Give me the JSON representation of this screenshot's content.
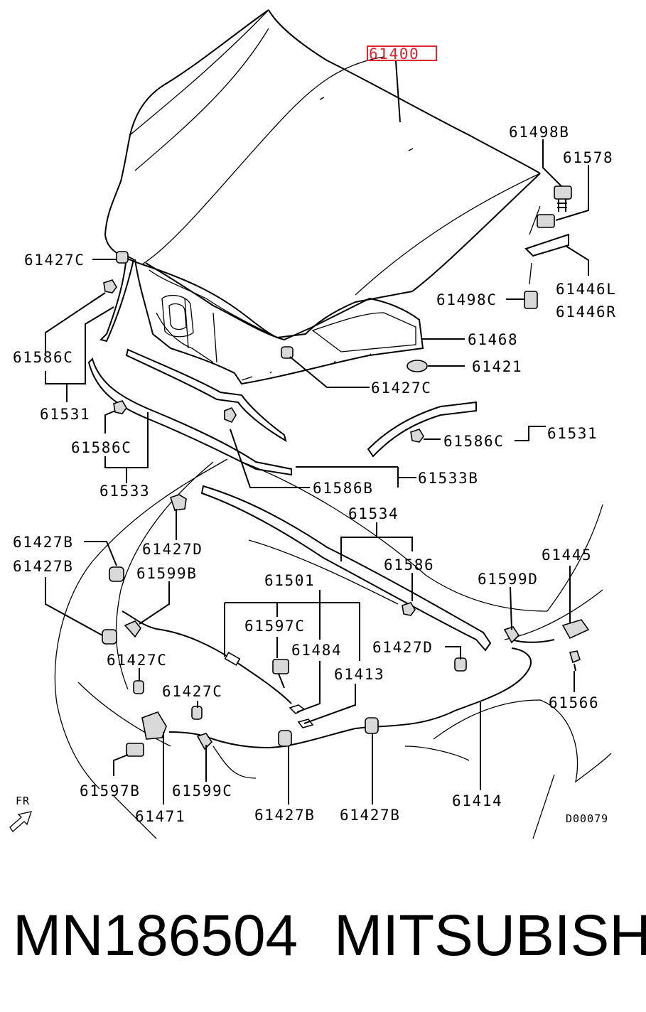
{
  "diagram": {
    "highlighted_part": "61400",
    "labels": {
      "p61400": "61400",
      "p61498b": "61498B",
      "p61578": "61578",
      "p61446l": "61446L",
      "p61446r": "61446R",
      "p61498c": "61498C",
      "p61468": "61468",
      "p61421": "61421",
      "p61427c_top": "61427C",
      "p61427c_left": "61427C",
      "p61586c_left": "61586C",
      "p61531_left": "61531",
      "p61586c_mid": "61586C",
      "p61533": "61533",
      "p61586c_right": "61586C",
      "p61531_right": "61531",
      "p61533b": "61533B",
      "p61586b": "61586B",
      "p61534": "61534",
      "p61586": "61586",
      "p61427b_a": "61427B",
      "p61427b_b": "61427B",
      "p61427d_left": "61427D",
      "p61599b": "61599B",
      "p61501": "61501",
      "p61597c": "61597C",
      "p61484": "61484",
      "p61413": "61413",
      "p61427d_right": "61427D",
      "p61599d": "61599D",
      "p61445": "61445",
      "p61566": "61566",
      "p61427c_low1": "61427C",
      "p61427c_low2": "61427C",
      "p61597b": "61597B",
      "p61471": "61471",
      "p61599c": "61599C",
      "p61427b_low1": "61427B",
      "p61427b_low2": "61427B",
      "p61414": "61414",
      "fr": "FR",
      "drawing_code": "D00079"
    },
    "highlight_color": "#e0242b"
  },
  "footer": {
    "part_number": "MN186504",
    "brand": "MITSUBISHI"
  }
}
